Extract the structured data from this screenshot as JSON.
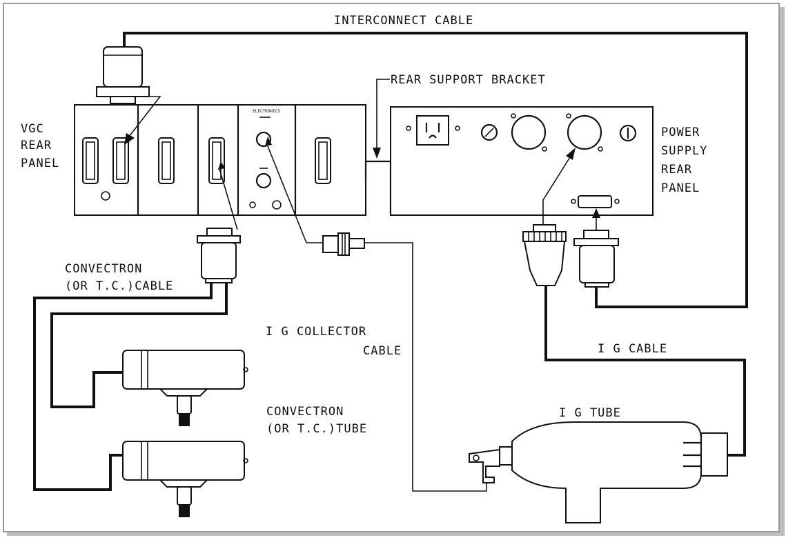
{
  "labels": {
    "interconnect_cable": "INTERCONNECT  CABLE",
    "rear_support_bracket": "REAR SUPPORT BRACKET",
    "vgc_line1": "VGC",
    "vgc_line2": "REAR",
    "vgc_line3": "PANEL",
    "ps_line1": "POWER",
    "ps_line2": "SUPPLY",
    "ps_line3": "REAR",
    "ps_line4": "PANEL",
    "conv_cable_line1": "CONVECTRON",
    "conv_cable_line2": "(OR T.C.)CABLE",
    "ig_collector_line1": "I G COLLECTOR",
    "ig_collector_line2": "CABLE",
    "ig_cable": "I G CABLE",
    "conv_tube_line1": "CONVECTRON",
    "conv_tube_line2": "(OR T.C.)TUBE",
    "ig_tube": "I G TUBE",
    "panel_brand": "ELECTRONICS"
  }
}
